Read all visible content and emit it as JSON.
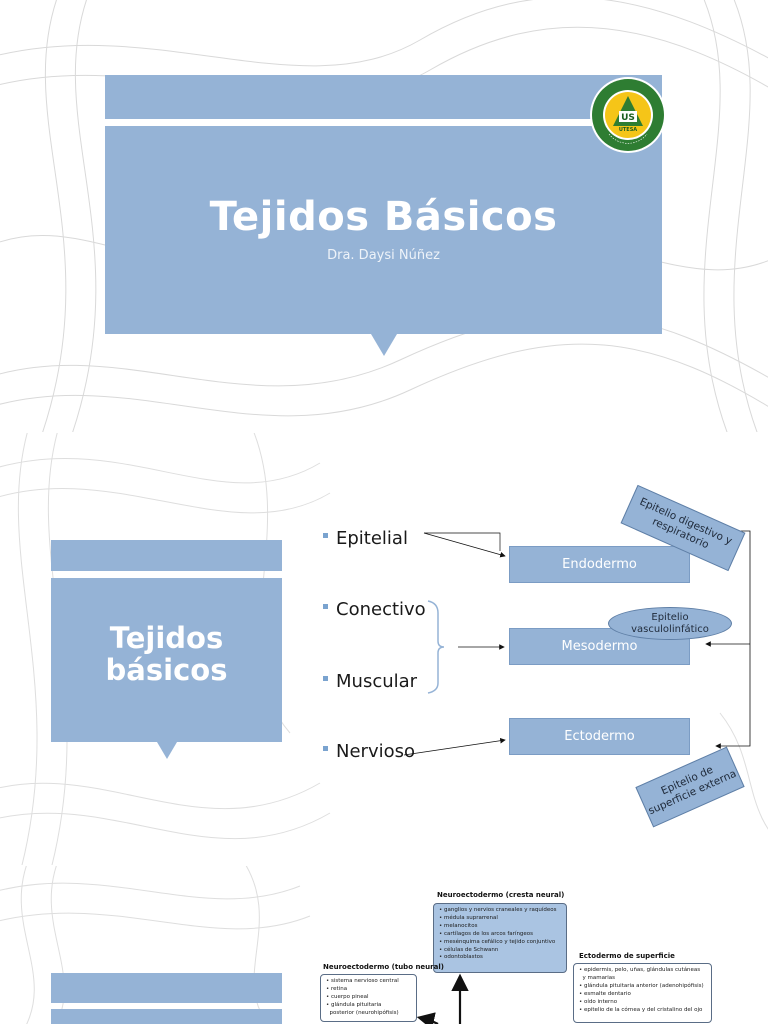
{
  "slide1": {
    "title": "Tejidos Básicos",
    "subtitle": "Dra. Daysi Núñez",
    "logo": {
      "name": "utesa-logo",
      "text": [
        "UNIVERSIDAD TECNOLÓGICA DE SANTIAGO",
        "SISTEMA CORPORATIVO",
        "SAPERE ET VIVERE",
        "UTESA",
        "US"
      ],
      "colors": {
        "ring": "#2e7d32",
        "inner": "#f5c518",
        "outer": "#ffffff"
      }
    }
  },
  "slide2": {
    "title_line1": "Tejidos",
    "title_line2": "básicos",
    "bullets": [
      "Epitelial",
      "Conectivo",
      "Muscular",
      "Nervioso"
    ],
    "germ_layers": [
      "Endodermo",
      "Mesodermo",
      "Ectodermo"
    ],
    "callout_top": {
      "line1": "Epitelio digestivo y",
      "line2": "respiratorio"
    },
    "callout_middle": {
      "line1": "Epitelio",
      "line2": "vasculolinfático"
    },
    "callout_bottom": {
      "line1": "Epitelio de",
      "line2": "superficie externa"
    }
  },
  "slide3": {
    "neural_crest": {
      "title": "Neuroectodermo (cresta neural)",
      "items": [
        "ganglios y nervios craneales y raquídeos",
        "médula suprarrenal",
        "melanocitos",
        "cartílagos de los arcos faríngeos",
        "mesénquima cefálico y tejido conjuntivo",
        "células de Schwann",
        "odontoblastos"
      ]
    },
    "neural_tube": {
      "title": "Neuroectodermo (tubo neural)",
      "items": [
        "sistema nervioso central",
        "retina",
        "cuerpo pineal",
        "glándula pituitaria",
        "posterior (neurohipófisis)"
      ]
    },
    "surface_ectoderm": {
      "title": "Ectodermo de superficie",
      "items": [
        "epidermis, pelo, uñas, glándulas cutáneas",
        "y mamarias",
        "glándula pituitaria anterior (adenohipófisis)",
        "esmalte dentario",
        "oído interno",
        "epitelio de la córnea y del cristalino del ojo"
      ]
    }
  },
  "colors": {
    "accent": "#95b3d6",
    "bullet": "#7aa3cf",
    "text": "#1a1a1a"
  }
}
